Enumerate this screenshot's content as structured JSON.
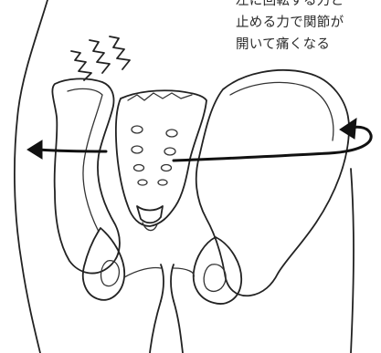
{
  "caption": {
    "line1": "左に回転する力と",
    "line2": "止める力で関節が",
    "line3": "開いて痛くなる"
  },
  "icons": {
    "pain_marks": "zigzag-pain-icon",
    "rotation_arrow": "curved-arrow-icon"
  },
  "colors": {
    "ink": "#222222",
    "paper": "#ffffff"
  }
}
